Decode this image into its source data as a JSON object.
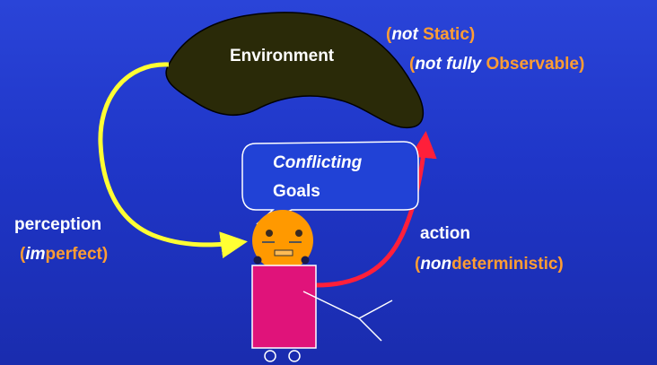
{
  "environment": {
    "label": "Environment",
    "line1": {
      "open": "(",
      "not": "not",
      "static": "Static",
      "close": ")"
    },
    "line2": {
      "open": "(",
      "not_fully": "not fully",
      "observable": "Observable",
      "close": ")"
    }
  },
  "goals": {
    "line1": "Conflicting",
    "line2": "Goals"
  },
  "perception": {
    "label": "perception",
    "open": "(",
    "im": "im",
    "perfect": "perfect",
    "close": ")"
  },
  "action": {
    "label": "action",
    "open": "(",
    "non": "non",
    "deterministic": "deterministic",
    "close": ")"
  },
  "colors": {
    "background": "#2142d6",
    "environment_fill": "#2a2a08",
    "orange_text": "#ff9d33",
    "perception_arrow": "#ffff33",
    "action_arrow": "#ff1f3a",
    "agent_head": "#ff9900",
    "agent_body": "#e0137a"
  }
}
